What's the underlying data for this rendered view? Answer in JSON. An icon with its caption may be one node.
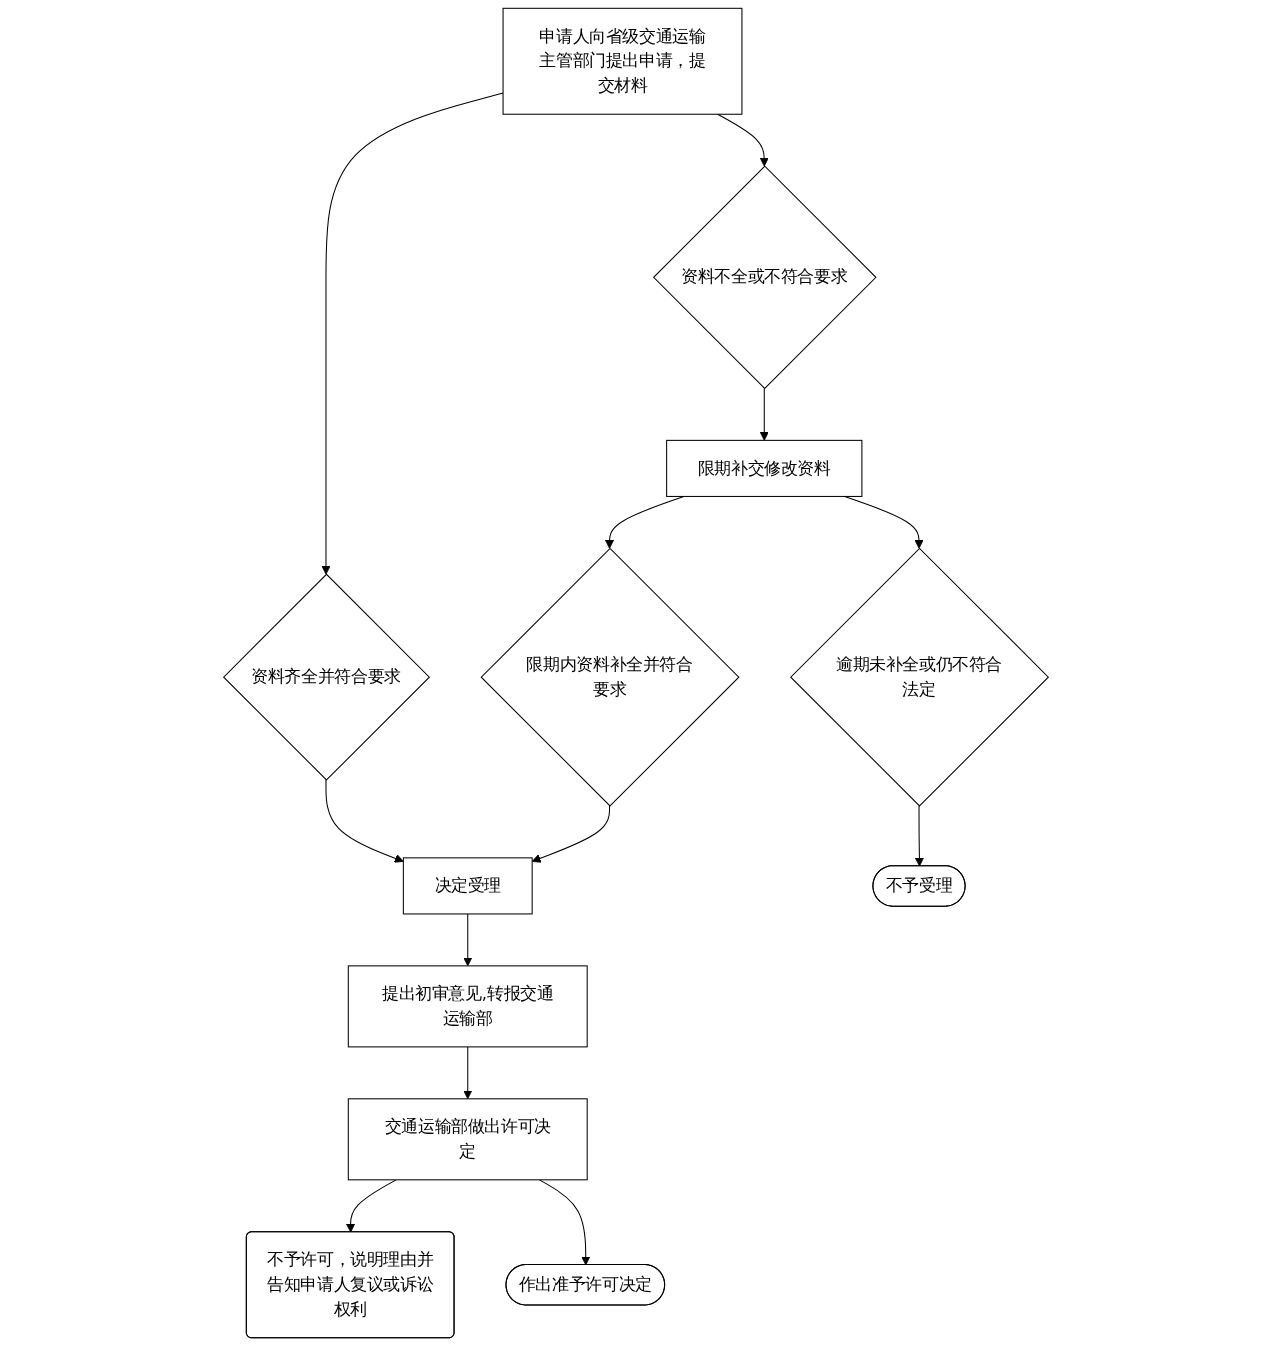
{
  "diagram": {
    "nodes": [
      {
        "text": [
          "申请人向省级交通运输主管部门提出申请，提交材料"
        ]
      },
      {
        "text": [
          "资料不全或不符合要求"
        ]
      },
      {
        "text": [
          "资料齐全并符合要求"
        ]
      },
      {
        "text": [
          "限期补交修改资料"
        ]
      },
      {
        "text": [
          "决定受理"
        ]
      },
      {
        "text": [
          "逾期未补全或仍不符合法定"
        ]
      },
      {
        "text": [
          "限期内资料补全并符合要求"
        ]
      },
      {
        "text": [
          "提出初审意见,转报交通运输部"
        ]
      },
      {
        "text": [
          "交通运输部做出许可决定"
        ]
      },
      {
        "text": [
          "不予受理"
        ]
      },
      {
        "text": [
          "不予许可，说明理由并告知申请人复议或诉讼权利"
        ]
      },
      {
        "text": [
          "作出准予许可决定"
        ]
      }
    ],
    "edges": [
      {
        "from": 0,
        "to": 1,
        "arrow": "to"
      },
      {
        "from": 0,
        "to": 2,
        "arrow": "to"
      },
      {
        "from": 1,
        "to": 3,
        "arrow": "to"
      },
      {
        "from": 2,
        "to": 4,
        "arrow": "to"
      },
      {
        "from": 3,
        "to": 5,
        "arrow": "to"
      },
      {
        "from": 3,
        "to": 6,
        "arrow": "to"
      },
      {
        "from": 6,
        "to": 4,
        "arrow": "to"
      },
      {
        "from": 4,
        "to": 7,
        "arrow": "to"
      },
      {
        "from": 7,
        "to": 8,
        "arrow": "to"
      },
      {
        "from": 8,
        "to": 10,
        "arrow": "to"
      },
      {
        "from": 8,
        "to": 11,
        "arrow": "to"
      },
      {
        "from": 5,
        "to": 9,
        "arrow": "to"
      }
    ]
  }
}
